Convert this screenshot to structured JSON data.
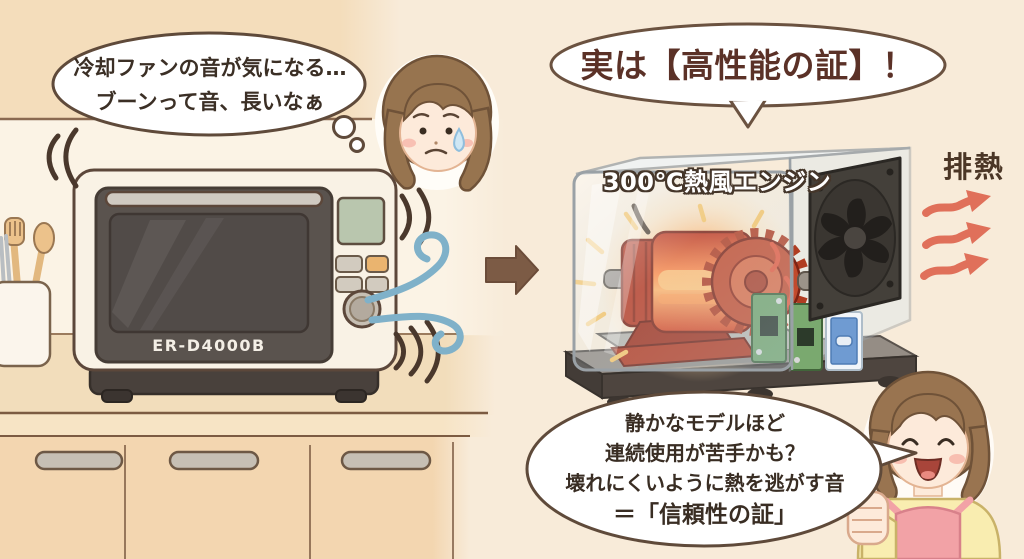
{
  "left_panel": {
    "thought_bubble": {
      "lines": [
        "冷却ファンの音が気になる…",
        "ブーンって音、長いなぁ"
      ]
    },
    "microwave": {
      "model": "ER-D4000B"
    }
  },
  "right_panel": {
    "headline": "実は【高性能の証】！",
    "case_label": "300℃熱風エンジン",
    "exhaust_label": "排熱",
    "speech_bubble": {
      "lines": [
        "静かなモデルほど",
        "連続使用が苦手かも？",
        "壊れにくいように熱を逃がす音",
        "＝「信頼性の証」"
      ]
    }
  },
  "palette": {
    "background_right": "#f8ebd9",
    "wall_cream": "#fbf3e5",
    "cabinet_tan": "#f4ddbb",
    "bubble_fill": "#ffffff",
    "bubble_border": "#5f4a3a",
    "headline_text": "#5b3127",
    "body_text": "#392d23",
    "exhaust_arrow": "#e0705a",
    "wind_swirl": "#7fb1c9",
    "transition_arrow": "#7c5b45",
    "motor_glow": "#ff8c3f",
    "motor_red": "#d0482a",
    "display_green": "#b9c6ae",
    "orange_button": "#eab46f",
    "fan_dark": "#44403a"
  }
}
